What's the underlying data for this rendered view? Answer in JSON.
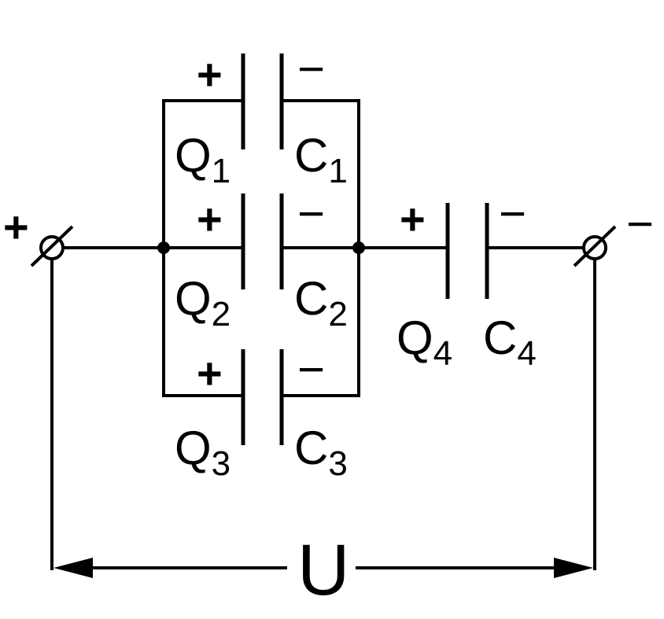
{
  "diagram": {
    "capacitors": [
      {
        "id": "c1",
        "charge_main": "Q",
        "charge_sub": "1",
        "cap_main": "C",
        "cap_sub": "1",
        "plus": "+",
        "minus": "−"
      },
      {
        "id": "c2",
        "charge_main": "Q",
        "charge_sub": "2",
        "cap_main": "C",
        "cap_sub": "2",
        "plus": "+",
        "minus": "−"
      },
      {
        "id": "c3",
        "charge_main": "Q",
        "charge_sub": "3",
        "cap_main": "C",
        "cap_sub": "3",
        "plus": "+",
        "minus": "−"
      },
      {
        "id": "c4",
        "charge_main": "Q",
        "charge_sub": "4",
        "cap_main": "C",
        "cap_sub": "4",
        "plus": "+",
        "minus": "−"
      }
    ],
    "terminals": {
      "left_sign": "+",
      "right_sign": "−"
    },
    "voltage_label": "U",
    "colors": {
      "line": "#000000",
      "background": "#ffffff"
    }
  }
}
